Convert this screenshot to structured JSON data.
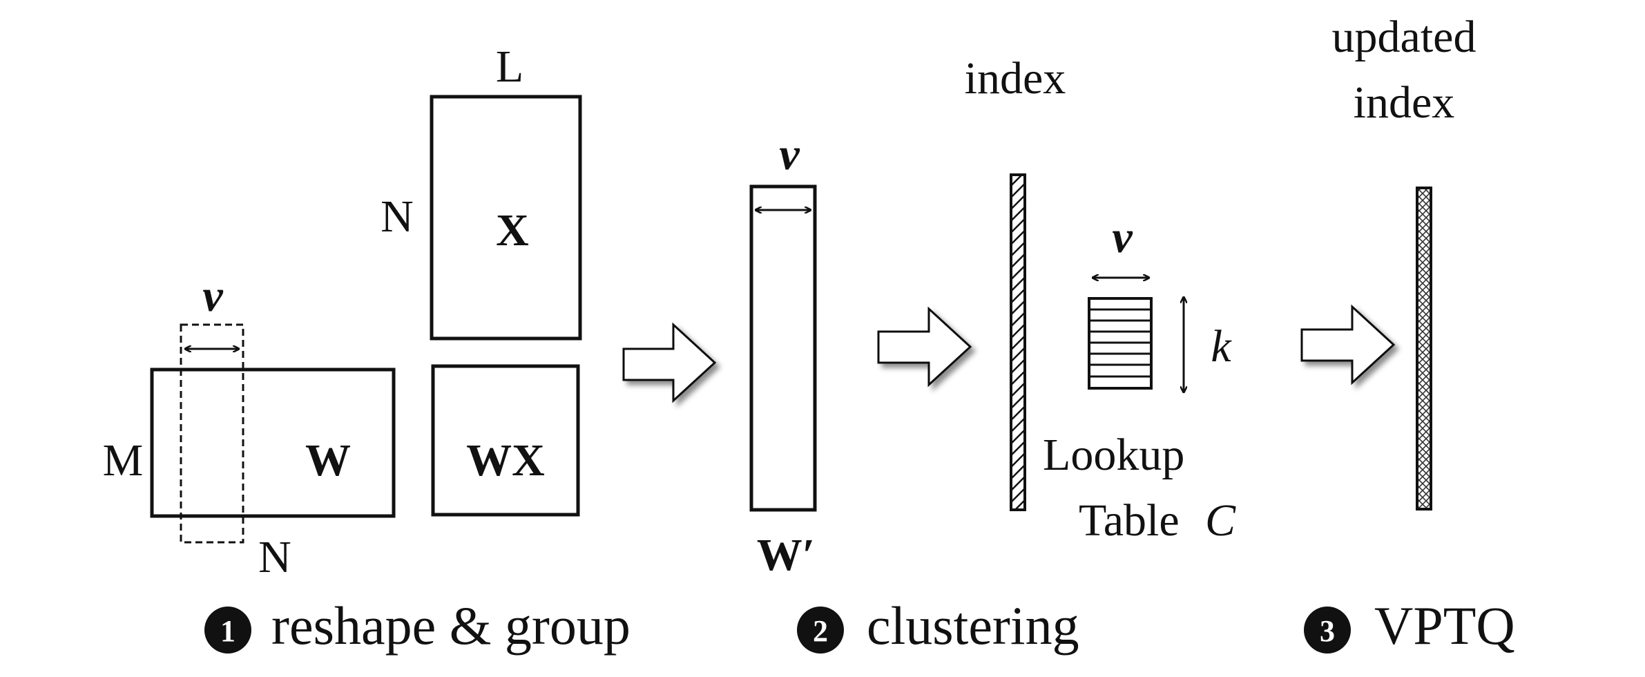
{
  "stage1": {
    "matrix_x": {
      "label": "X",
      "top_dim": "L",
      "left_dim": "N"
    },
    "matrix_w": {
      "label": "W",
      "left_dim": "M",
      "bottom_dim": "N"
    },
    "matrix_wx": {
      "label": "WX"
    },
    "vector_width": "v"
  },
  "stage2": {
    "reshaped_label": "W′",
    "vector_width": "v",
    "index_label": "index",
    "lut_vector_width": "v",
    "lut_count": "k",
    "lut_label_line1": "Lookup",
    "lut_label_line2": "Table",
    "lut_symbol": "C"
  },
  "stage3": {
    "updated_line1": "updated",
    "updated_line2": "index"
  },
  "steps": [
    {
      "number": "1",
      "label": "reshape & group"
    },
    {
      "number": "2",
      "label": "clustering"
    },
    {
      "number": "3",
      "label": "VPTQ"
    }
  ]
}
